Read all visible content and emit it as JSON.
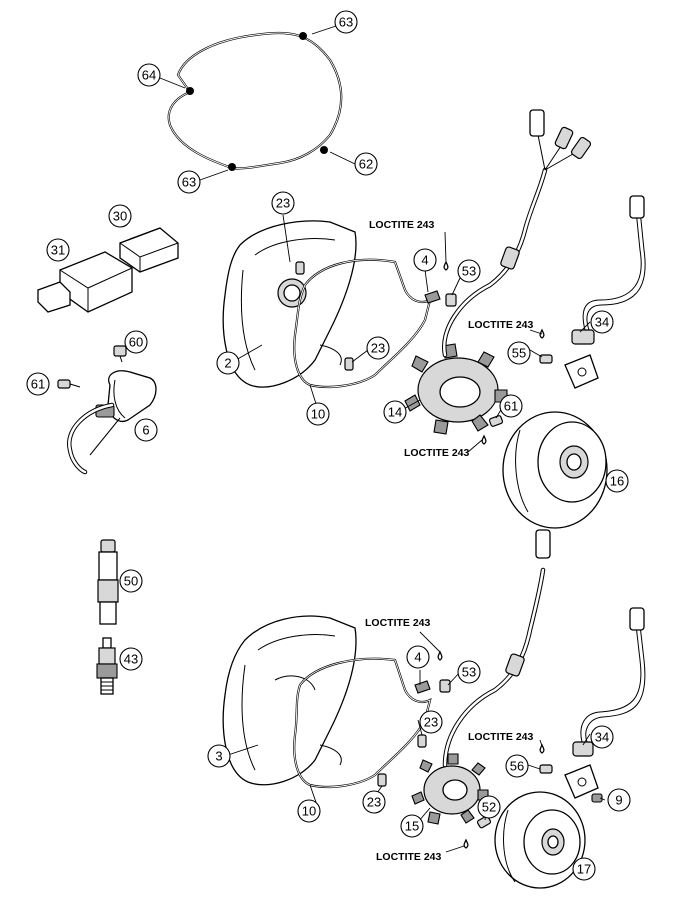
{
  "callouts": {
    "c63a": "63",
    "c64": "64",
    "c62": "62",
    "c63b": "63",
    "c30": "30",
    "c31": "31",
    "c23a": "23",
    "c4a": "4",
    "c53a": "53",
    "c2": "2",
    "c23b": "23",
    "c34a": "34",
    "c55": "55",
    "c60": "60",
    "c61a": "61",
    "c6": "6",
    "c10a": "10",
    "c14": "14",
    "c61b": "61",
    "c16": "16",
    "c50": "50",
    "c43": "43",
    "c4b": "4",
    "c53b": "53",
    "c23c": "23",
    "c3": "3",
    "c34b": "34",
    "c56": "56",
    "c9": "9",
    "c10b": "10",
    "c23d": "23",
    "c52": "52",
    "c15": "15",
    "c17": "17"
  },
  "loctite_labels": {
    "l1": "LOCTITE 243",
    "l2": "LOCTITE 243",
    "l3": "LOCTITE 243",
    "l4": "LOCTITE 243",
    "l5": "LOCTITE 243",
    "l6": "LOCTITE 243"
  }
}
